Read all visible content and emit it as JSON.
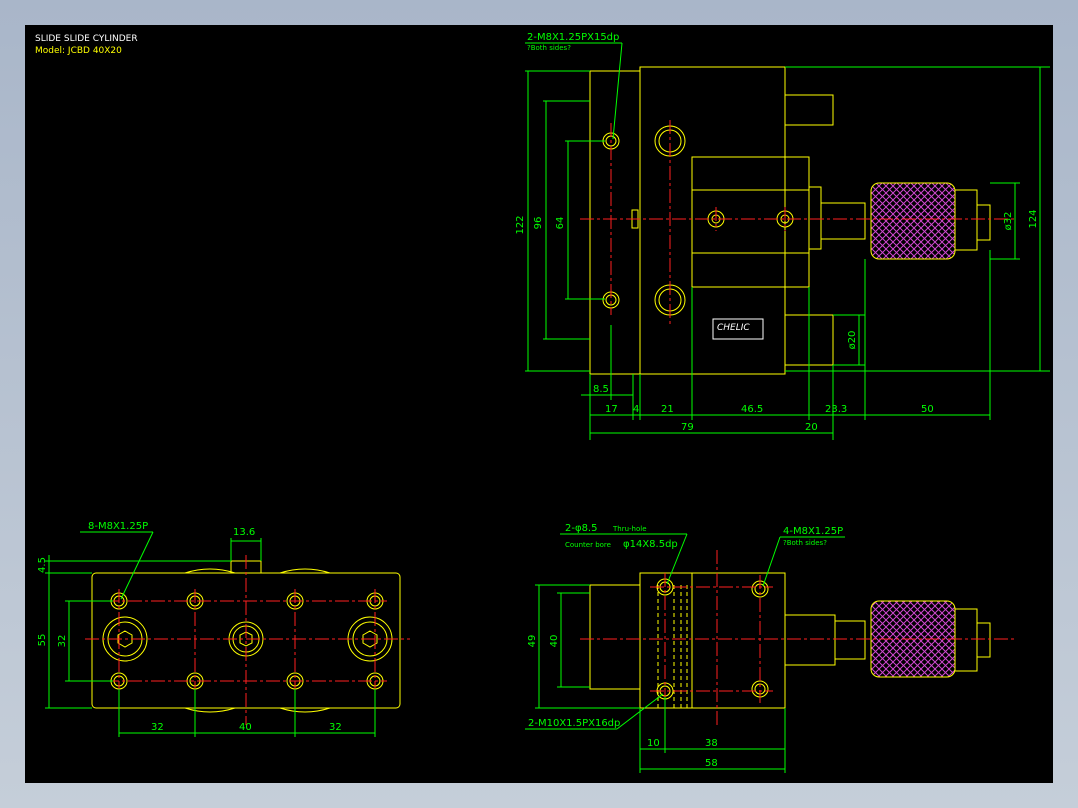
{
  "title_block": {
    "title": "SLIDE SLIDE CYLINDER",
    "model": "Model:  JCBD  40X20"
  },
  "colors": {
    "background": "#000000",
    "frame": "#b0bccb",
    "outline": "#ffff00",
    "dimension": "#00ff00",
    "centerline": "#ff2020",
    "annotation": "#ffffff",
    "knurl": "#d048d0"
  },
  "top_view": {
    "note1": "2-M8X1.25PX15dp",
    "note1_sub": "?Both sides?",
    "brand": "CHELIC",
    "dims": {
      "d122": "122",
      "d96": "96",
      "d64": "64",
      "d124": "124",
      "d32": "ø32",
      "d20": "ø20",
      "d8_5": "8.5",
      "d17": "17",
      "d4": "4",
      "d21": "21",
      "d46_5": "46.5",
      "d23_3": "23.3",
      "d50": "50",
      "d79": "79",
      "d20b": "20"
    }
  },
  "front_view": {
    "note": "8-M8X1.25P",
    "dims": {
      "d13_6": "13.6",
      "d4_5": "4.5",
      "d55": "55",
      "d32v": "32",
      "d32a": "32",
      "d40": "40",
      "d32b": "32"
    }
  },
  "side_view": {
    "note1": "2-φ8.5",
    "note1b": "Thru-hole",
    "note2": "Counter bore",
    "note2b": "φ14X8.5dp",
    "note3": "4-M8X1.25P",
    "note3_sub": "?Both sides?",
    "note4": "2-M10X1.5PX16dp",
    "dims": {
      "d49": "49",
      "d40": "40",
      "d10": "10",
      "d38": "38",
      "d58": "58"
    }
  }
}
